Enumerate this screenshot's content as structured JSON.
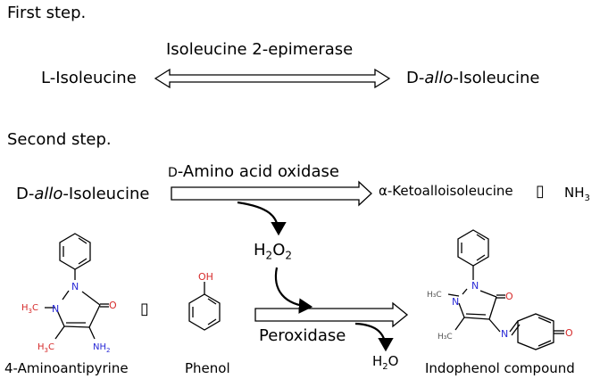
{
  "first_step": {
    "heading": "First step.",
    "enzyme": "Isoleucine 2-epimerase",
    "left_compound": "L-Isoleucine",
    "right_compound_prefix": "D-",
    "right_compound_italic": "allo",
    "right_compound_suffix": "-Isoleucine"
  },
  "second_step": {
    "heading": "Second step.",
    "substrate_prefix": "D-",
    "substrate_italic": "allo",
    "substrate_suffix": "-Isoleucine",
    "enzyme_prefix": "D",
    "enzyme_rest": "-Amino acid oxidase",
    "product": "α-Ketoalloisoleucine",
    "plus_symbol": "▯",
    "byproduct_main": "NH",
    "byproduct_sub": "3",
    "peroxide_main": "H",
    "peroxide_sub1": "2",
    "peroxide_o": "O",
    "peroxide_sub2": "2",
    "peroxidase_label": "Peroxidase",
    "water_main": "H",
    "water_sub": "2",
    "water_o": "O"
  },
  "structures": {
    "aminoantipyrine_name": "4-Aminoantipyrine",
    "phenol_name": "Phenol",
    "indophenol_name": "Indophenol compound",
    "atoms": {
      "N": "N",
      "O": "O",
      "OH": "OH",
      "NH2_main": "NH",
      "NH2_sub": "2",
      "H3C_h": "H",
      "H3C_3": "3",
      "H3C_c": "C",
      "H3C_frag": "H₃C"
    }
  },
  "colors": {
    "text": "#000000",
    "nitrogen": "#2a2ad6",
    "oxygen": "#d62a2a",
    "bond": "#000000"
  }
}
